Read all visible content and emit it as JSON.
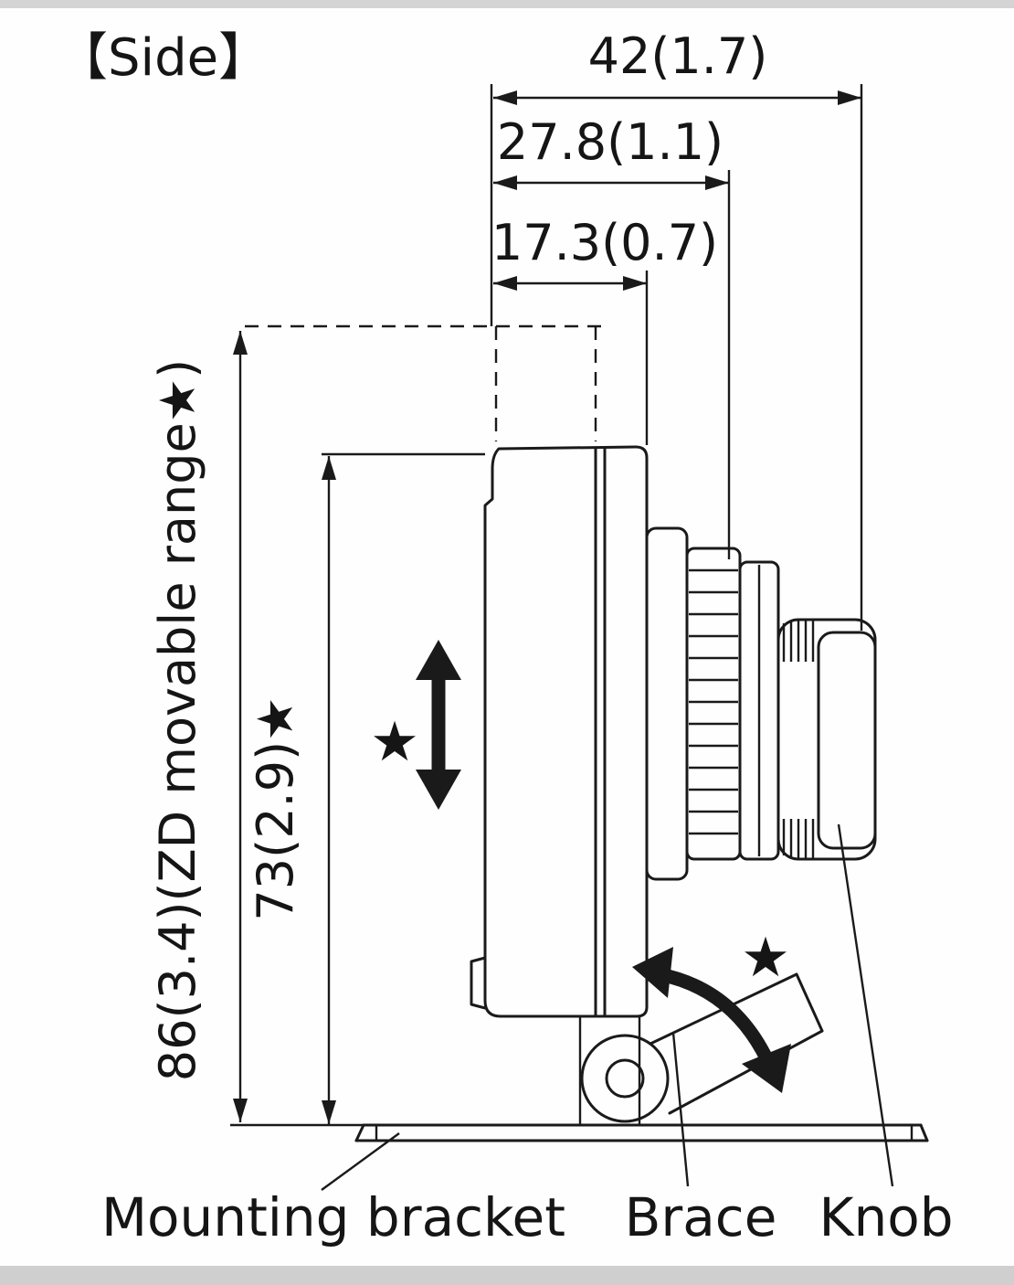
{
  "title": "【Side】",
  "dimensions": {
    "width_overall": "42(1.7)",
    "width_mid": "27.8(1.1)",
    "width_inner": "17.3(0.7)",
    "height_movable": "86(3.4)(ZD movable range★)",
    "height_body": "73(2.9)★"
  },
  "annotations": {
    "vertical_move_star": "★",
    "tilt_star": "★"
  },
  "labels": {
    "mounting_bracket": "Mounting bracket",
    "brace": "Brace",
    "knob": "Knob"
  },
  "colors": {
    "line": "#1a1a1a",
    "background": "#fefefe",
    "edge_strip": "#cfcfcf"
  }
}
